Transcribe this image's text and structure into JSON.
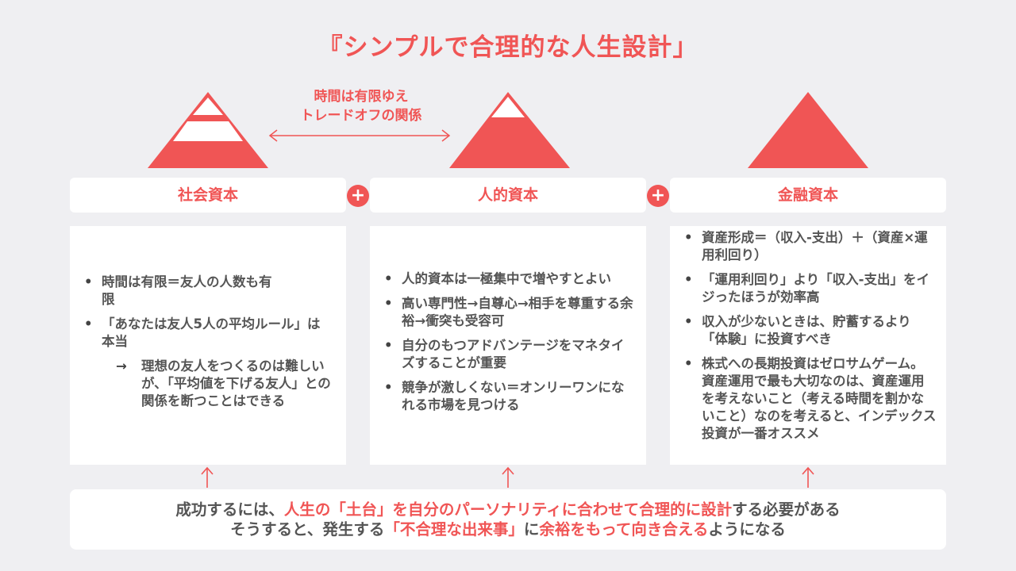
{
  "title": "『シンプルで合理的な人生設計」",
  "tradeoff": {
    "line1": "時間は有限ゆえ",
    "line2": "トレードオフの関係"
  },
  "colors": {
    "accent": "#f05555",
    "background": "#efeff2",
    "card": "#ffffff",
    "text": "#555555"
  },
  "plus_symbol": "+",
  "columns": [
    {
      "heading": "社会資本",
      "bullets": [
        {
          "text": "時間は有限＝友人の人数も有限",
          "level": 0
        },
        {
          "text": "「あなたは友人5人の平均ルール」は本当",
          "level": 0
        },
        {
          "text": "理想の友人をつくるのは難しいが、「平均値を下げる友人」との関係を断つことはできる",
          "level": 1
        }
      ]
    },
    {
      "heading": "人的資本",
      "bullets": [
        {
          "text": "人的資本は一極集中で増やすとよい",
          "level": 0
        },
        {
          "text": "高い専門性→自尊心→相手を尊重する余裕→衝突も受容可",
          "level": 0
        },
        {
          "text": "自分のもつアドバンテージをマネタイズすることが重要",
          "level": 0
        },
        {
          "text": "競争が激しくない＝オンリーワンになれる市場を見つける",
          "level": 0
        }
      ]
    },
    {
      "heading": "金融資本",
      "bullets": [
        {
          "text": "資産形成＝（収入-支出）＋（資産×運用利回り）",
          "level": 0
        },
        {
          "text": "「運用利回り」より「収入-支出」をイジったほうが効率高",
          "level": 0
        },
        {
          "text": "収入が少ないときは、貯蓄するより「体験」に投資すべき",
          "level": 0
        },
        {
          "text": "株式への長期投資はゼロサムゲーム。資産運用で最も大切なのは、資産運用を考えないこと（考える時間を割かないこと）なのを考えると、インデックス投資が一番オススメ",
          "level": 0
        }
      ]
    }
  ],
  "conclusion": {
    "line1": {
      "p1": "成功するには、",
      "h1": "人生の「土台」を自分のパーソナリティに合わせて合理的に設計",
      "p2": "する必要がある"
    },
    "line2": {
      "p1": "そうすると、発生する",
      "h1": "「不合理な出来事」",
      "p2": "に",
      "h2": "余裕をもって向き合える",
      "p3": "ようになる"
    }
  }
}
